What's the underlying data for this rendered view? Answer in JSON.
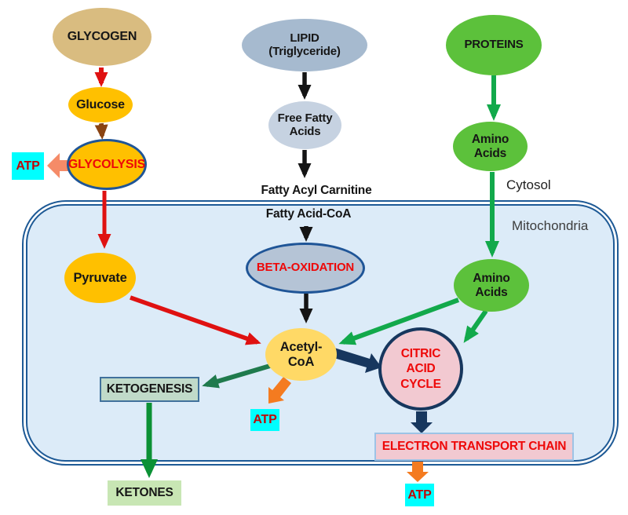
{
  "regions": {
    "cytosol": "Cytosol",
    "mitochondria": "Mitochondria"
  },
  "nodes": {
    "glycogen": {
      "label": "GLYCOGEN"
    },
    "glucose": {
      "label": "Glucose"
    },
    "glycolysis": {
      "label": "GLYCOLYSIS"
    },
    "atp_glycolysis": {
      "label": "ATP"
    },
    "lipid": {
      "label": "LIPID (Triglyceride)"
    },
    "free_fatty_acids": {
      "label": "Free Fatty Acids"
    },
    "fatty_acyl_carnitine": {
      "label": "Fatty Acyl Carnitine"
    },
    "fatty_acid_coa": {
      "label": "Fatty Acid-CoA"
    },
    "beta_oxidation": {
      "label": "BETA-OXIDATION"
    },
    "proteins": {
      "label": "PROTEINS"
    },
    "amino_acids_cytosol": {
      "label": "Amino Acids"
    },
    "amino_acids_mito": {
      "label": "Amino Acids"
    },
    "pyruvate": {
      "label": "Pyruvate"
    },
    "acetyl_coa": {
      "label": "Acetyl-CoA"
    },
    "citric_acid_cycle": {
      "label": "CITRIC ACID CYCLE"
    },
    "ketogenesis": {
      "label": "KETOGENESIS"
    },
    "ketones": {
      "label": "KETONES"
    },
    "atp_acetyl": {
      "label": "ATP"
    },
    "electron_transport_chain": {
      "label": "ELECTRON TRANSPORT CHAIN"
    },
    "atp_etc": {
      "label": "ATP"
    }
  },
  "edges": [
    {
      "from": "glycogen",
      "to": "glucose",
      "color": "red"
    },
    {
      "from": "glucose",
      "to": "glycolysis",
      "color": "brown"
    },
    {
      "from": "glycolysis",
      "to": "atp_glycolysis",
      "color": "salmon-block"
    },
    {
      "from": "glycolysis",
      "to": "pyruvate",
      "color": "red"
    },
    {
      "from": "pyruvate",
      "to": "acetyl_coa",
      "color": "red"
    },
    {
      "from": "lipid",
      "to": "free_fatty_acids",
      "color": "black"
    },
    {
      "from": "free_fatty_acids",
      "to": "fatty_acyl_carnitine",
      "color": "black"
    },
    {
      "from": "fatty_acid_coa",
      "to": "beta_oxidation",
      "color": "black"
    },
    {
      "from": "beta_oxidation",
      "to": "acetyl_coa",
      "color": "black"
    },
    {
      "from": "proteins",
      "to": "amino_acids_cytosol",
      "color": "green"
    },
    {
      "from": "amino_acids_cytosol",
      "to": "amino_acids_mito",
      "color": "green"
    },
    {
      "from": "amino_acids_mito",
      "to": "acetyl_coa",
      "color": "green"
    },
    {
      "from": "amino_acids_mito",
      "to": "citric_acid_cycle",
      "color": "green"
    },
    {
      "from": "acetyl_coa",
      "to": "ketogenesis",
      "color": "dark-green"
    },
    {
      "from": "acetyl_coa",
      "to": "atp_acetyl",
      "color": "orange-block"
    },
    {
      "from": "acetyl_coa",
      "to": "citric_acid_cycle",
      "color": "navy-block"
    },
    {
      "from": "citric_acid_cycle",
      "to": "electron_transport_chain",
      "color": "navy-block"
    },
    {
      "from": "electron_transport_chain",
      "to": "atp_etc",
      "color": "orange-block"
    },
    {
      "from": "ketogenesis",
      "to": "ketones",
      "color": "green"
    }
  ],
  "colors": {
    "glycogen_fill": "#D9BC80",
    "gold_fill": "#FFC000",
    "acetyl_fill": "#FFD966",
    "lipid_fill": "#A6BACF",
    "ffa_fill": "#C6D2E1",
    "beta_fill": "#B5C4D6",
    "green_fill": "#5CC13B",
    "pink_fill": "#F2C9D1",
    "ketogenesis_fill": "#C0DAC9",
    "ketones_fill": "#C8E6B4",
    "atp_fill": "#00FFFF",
    "mito_fill": "#DCEBF8",
    "mito_border": "#1E5A96",
    "node_border_navy": "#17375E",
    "red_text": "#EE0808",
    "atp_text": "#C00505",
    "arrow_red": "#DF1111",
    "arrow_brown": "#8A4413",
    "arrow_black": "#141414",
    "arrow_green": "#12A94B",
    "arrow_dark_green": "#1F7A4D",
    "arrow_mid_green": "#0B9135",
    "arrow_orange": "#F47B20",
    "arrow_salmon": "#F58B68",
    "arrow_navy": "#17375E"
  }
}
